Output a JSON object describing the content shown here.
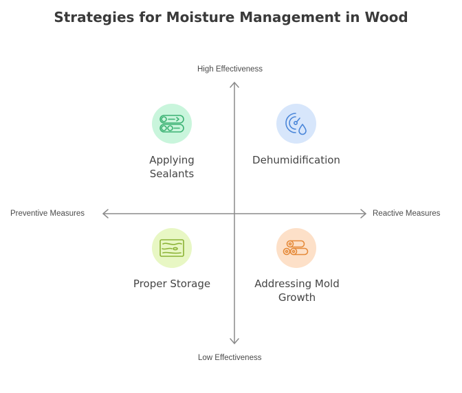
{
  "title": "Strategies for Moisture Management in Wood",
  "axes": {
    "top": "High Effectiveness",
    "bottom": "Low Effectiveness",
    "left": "Preventive Measures",
    "right": "Reactive Measures"
  },
  "quadrants": {
    "top_left": {
      "label": "Applying Sealants",
      "icon": "sealant-logs-icon",
      "color": "#c9f5dc",
      "stroke": "#3bb273"
    },
    "top_right": {
      "label": "Dehumidification",
      "icon": "humidity-gauge-icon",
      "color": "#d7e6fb",
      "stroke": "#4a86d9"
    },
    "bottom_left": {
      "label": "Proper Storage",
      "icon": "wood-plank-icon",
      "color": "#e8f7c4",
      "stroke": "#8bb335"
    },
    "bottom_right": {
      "label": "Addressing Mold Growth",
      "icon": "stacked-logs-icon",
      "color": "#fde0c8",
      "stroke": "#e58a3a"
    }
  }
}
